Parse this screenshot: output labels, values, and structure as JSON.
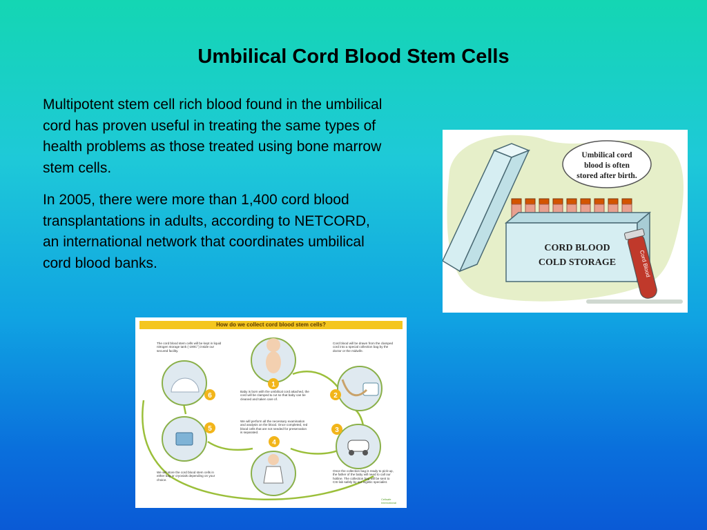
{
  "slide": {
    "title": "Umbilical Cord Blood Stem Cells",
    "paragraphs": [
      "Multipotent stem cell rich blood found in the umbilical cord has proven useful in treating the same types of health problems as those treated using bone marrow stem cells.",
      "In 2005, there were more than 1,400 cord blood transplantations in adults, according to NETCORD, an international network that coordinates umbilical cord blood banks."
    ]
  },
  "cartoon": {
    "bubble_lines": [
      "Umbilical cord",
      "blood is often",
      "stored after birth."
    ],
    "box_lines": [
      "CORD BLOOD",
      "COLD STORAGE"
    ],
    "tube_label": "Cord Blood"
  },
  "infographic": {
    "title": "How do we collect cord blood stem cells?",
    "steps": [
      {
        "number": "1",
        "text": "Baby is born with the umbilical cord attached, the cord will be clamped & cut so that baby can be cleaned and taken care of."
      },
      {
        "number": "2",
        "text": "Cord blood will be drawn from the clamped cord into a special collection bag by the doctor or the midwife."
      },
      {
        "number": "3",
        "text": "Once the collection bag is ready to pick-up, the father of the baby will need to call our hotline. The collection bag will be sent to CSI lab safely by our logistic specialist."
      },
      {
        "number": "4",
        "text": "We will perform all the necessary examination and analysis on the blood. Once completed, red blood cells that are not needed for preservation is separated."
      },
      {
        "number": "5",
        "text": "We will store the cord blood stem cells in either bag or cryovials depending on your choice."
      },
      {
        "number": "6",
        "text": "The cord blood stem cells will be kept in liquid nitrogen storage tank (-190C°) inside our secured facility."
      }
    ],
    "logo": "Cellsafe International"
  },
  "colors": {
    "title_text": "#000000",
    "infographic_banner": "#f4c61f",
    "step_badge": "#f2b51a",
    "cycle_arrow": "#9bbf3a",
    "cartoon_box": "#d6eef2"
  }
}
